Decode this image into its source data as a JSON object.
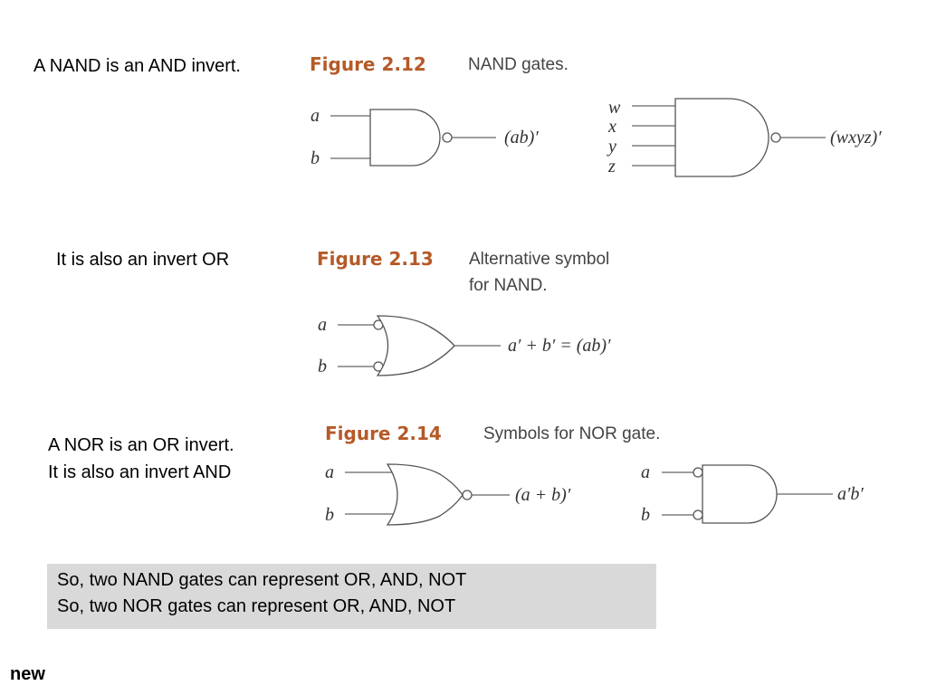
{
  "notes": {
    "nand_and_invert": "A NAND is an AND invert.",
    "invert_or": "It is also an invert OR",
    "nor_line1": "A  NOR  is an OR invert.",
    "nor_line2": "It is also an invert AND"
  },
  "figures": [
    {
      "number": "Figure 2.12",
      "caption": "NAND gates."
    },
    {
      "number": "Figure 2.13",
      "caption_line1": "Alternative symbol",
      "caption_line2": "for NAND."
    },
    {
      "number": "Figure 2.14",
      "caption": "Symbols for NOR gate."
    }
  ],
  "gates": {
    "nand2": {
      "inputs": [
        "a",
        "b"
      ],
      "output": "(ab)′"
    },
    "nand4": {
      "inputs": [
        "w",
        "x",
        "y",
        "z"
      ],
      "output": "(wxyz)′"
    },
    "invert_or": {
      "inputs": [
        "a",
        "b"
      ],
      "output": "a′ + b′ = (ab)′"
    },
    "nor2": {
      "inputs": [
        "a",
        "b"
      ],
      "output": "(a + b)′"
    },
    "invert_and": {
      "inputs": [
        "a",
        "b"
      ],
      "output": "a′b′"
    }
  },
  "summary": {
    "line1": "So, two NAND gates can represent  OR, AND, NOT",
    "line2": "So, two NOR gates can represent OR, AND, NOT"
  },
  "footer": "new"
}
